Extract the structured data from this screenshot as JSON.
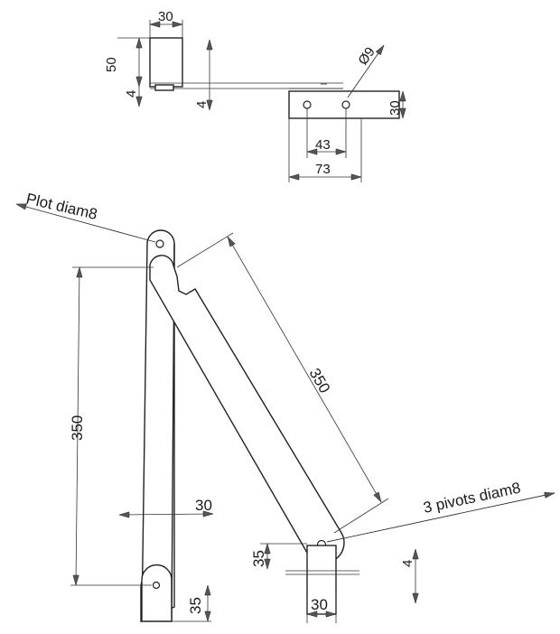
{
  "colors": {
    "line": "#222222",
    "paper": "#ffffff"
  },
  "labels": {
    "top_width": "30",
    "top_height": "50",
    "top_thk_left": "4",
    "top_thk_right": "4",
    "hole_diam": "Ø9",
    "plate_height": "30",
    "hole_spacing": "43",
    "plate_width": "73",
    "pivot_note": "Plot diam8",
    "length_left": "350",
    "length_diag": "350",
    "arm_width": "30",
    "pivots_note": "3 pivots diam8",
    "bottom_left_end": "35",
    "bottom_right_end": "35",
    "bottom_right_thk": "4",
    "bottom_right_width": "30"
  }
}
